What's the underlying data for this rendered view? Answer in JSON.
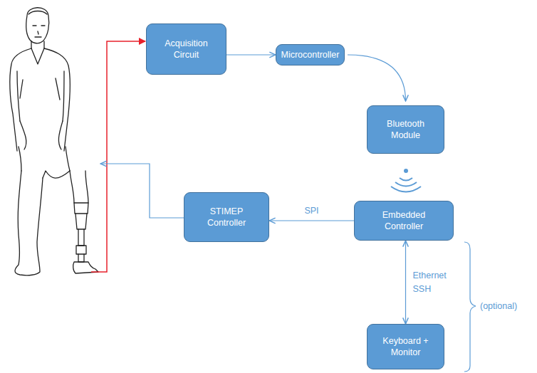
{
  "diagram": {
    "nodes": [
      {
        "text": [
          "Acquisition Circuit"
        ]
      },
      {
        "text": [
          "Microcontroller"
        ]
      },
      {
        "text": [
          "Bluetooth Module"
        ]
      },
      {
        "text": [
          "Embedded Controller"
        ]
      },
      {
        "text": [
          "STIMEP Controller"
        ]
      },
      {
        "text": [
          "Keyboard + Monitor"
        ]
      }
    ],
    "edges": [
      {
        "from": 0,
        "to": 1,
        "arrow": "to"
      },
      {
        "from": 1,
        "to": 2,
        "arrow": "to"
      },
      {
        "from": 3,
        "to": 4,
        "label": "SPI",
        "arrow": "to"
      },
      {
        "from": 3,
        "to": 5,
        "label": "Ethernet SSH",
        "arrow": "both"
      }
    ],
    "labels": [
      "(optional)"
    ]
  }
}
